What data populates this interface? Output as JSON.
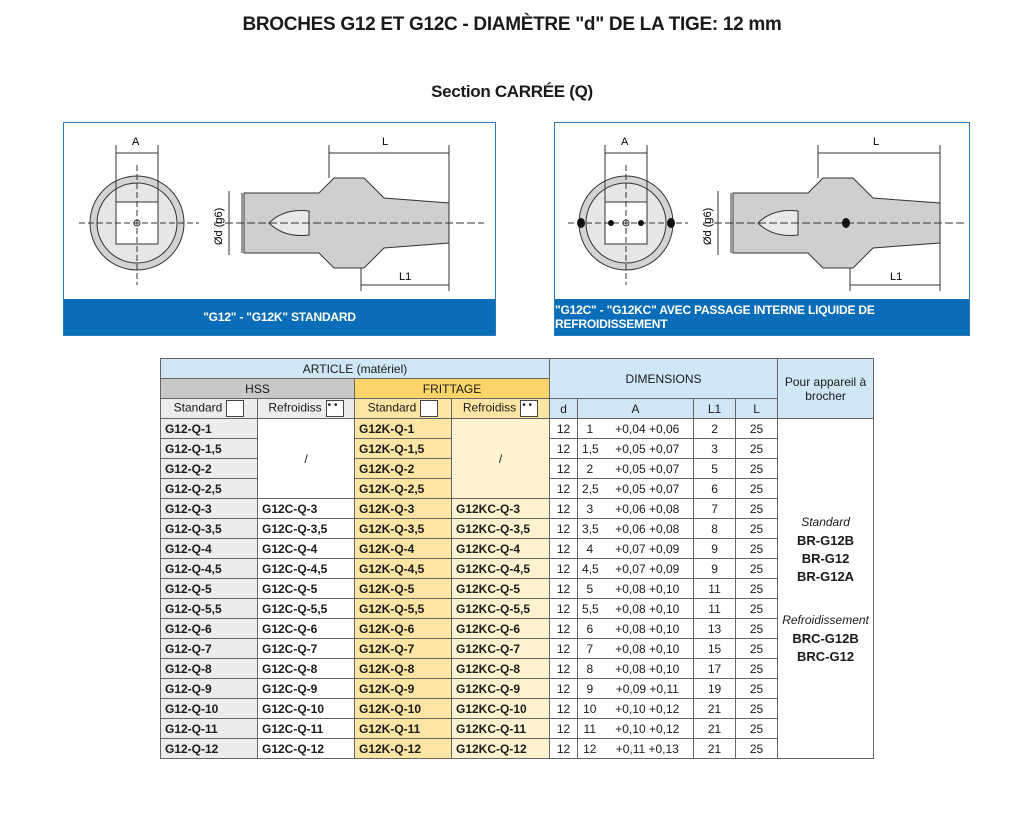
{
  "title": "BROCHES G12 ET G12C - DIAMÈTRE \"d\" DE LA TIGE: 12 mm",
  "subtitle": "Section CARRÉE (Q)",
  "panels": {
    "left_caption": "\"G12\" - \"G12K\" STANDARD",
    "right_caption": "\"G12C\" - \"G12KC\" AVEC PASSAGE INTERNE LIQUIDE DE REFROIDISSEMENT",
    "label_A": "A",
    "label_L": "L",
    "label_L1": "L1",
    "label_d": "Ød (g6)"
  },
  "colors": {
    "caption_bg": "#0a6db9",
    "header_blue": "#cfe7f6",
    "header_grey": "#c8c8c8",
    "header_yellow": "#fbd46a"
  },
  "table": {
    "article": "ARTICLE (matériel)",
    "hss": "HSS",
    "frittage": "FRITTAGE",
    "dimensions": "DIMENSIONS",
    "appareil": "Pour appareil à brocher",
    "standard": "Standard",
    "refroidiss": "Refroidiss",
    "col_d": "d",
    "col_a": "A",
    "col_l1": "L1",
    "col_l": "L",
    "slash": "/",
    "brocher_std_label": "Standard",
    "brocher_std": [
      "BR-G12B",
      "BR-G12",
      "BR-G12A"
    ],
    "brocher_ref_label": "Refroidissement",
    "brocher_ref": [
      "BRC-G12B",
      "BRC-G12"
    ],
    "rows": [
      {
        "hss": "G12-Q-1",
        "hssc": "",
        "fr": "G12K-Q-1",
        "frc": "",
        "d": "12",
        "a": "1",
        "tol": "+0,04 +0,06",
        "l1": "2",
        "l": "25"
      },
      {
        "hss": "G12-Q-1,5",
        "hssc": "",
        "fr": "G12K-Q-1,5",
        "frc": "",
        "d": "12",
        "a": "1,5",
        "tol": "+0,05 +0,07",
        "l1": "3",
        "l": "25"
      },
      {
        "hss": "G12-Q-2",
        "hssc": "",
        "fr": "G12K-Q-2",
        "frc": "",
        "d": "12",
        "a": "2",
        "tol": "+0,05 +0,07",
        "l1": "5",
        "l": "25"
      },
      {
        "hss": "G12-Q-2,5",
        "hssc": "",
        "fr": "G12K-Q-2,5",
        "frc": "",
        "d": "12",
        "a": "2,5",
        "tol": "+0,05 +0,07",
        "l1": "6",
        "l": "25"
      },
      {
        "hss": "G12-Q-3",
        "hssc": "G12C-Q-3",
        "fr": "G12K-Q-3",
        "frc": "G12KC-Q-3",
        "d": "12",
        "a": "3",
        "tol": "+0,06 +0,08",
        "l1": "7",
        "l": "25"
      },
      {
        "hss": "G12-Q-3,5",
        "hssc": "G12C-Q-3,5",
        "fr": "G12K-Q-3,5",
        "frc": "G12KC-Q-3,5",
        "d": "12",
        "a": "3,5",
        "tol": "+0,06 +0,08",
        "l1": "8",
        "l": "25"
      },
      {
        "hss": "G12-Q-4",
        "hssc": "G12C-Q-4",
        "fr": "G12K-Q-4",
        "frc": "G12KC-Q-4",
        "d": "12",
        "a": "4",
        "tol": "+0,07 +0,09",
        "l1": "9",
        "l": "25"
      },
      {
        "hss": "G12-Q-4,5",
        "hssc": "G12C-Q-4,5",
        "fr": "G12K-Q-4,5",
        "frc": "G12KC-Q-4,5",
        "d": "12",
        "a": "4,5",
        "tol": "+0,07 +0,09",
        "l1": "9",
        "l": "25"
      },
      {
        "hss": "G12-Q-5",
        "hssc": "G12C-Q-5",
        "fr": "G12K-Q-5",
        "frc": "G12KC-Q-5",
        "d": "12",
        "a": "5",
        "tol": "+0,08 +0,10",
        "l1": "11",
        "l": "25"
      },
      {
        "hss": "G12-Q-5,5",
        "hssc": "G12C-Q-5,5",
        "fr": "G12K-Q-5,5",
        "frc": "G12KC-Q-5,5",
        "d": "12",
        "a": "5,5",
        "tol": "+0,08 +0,10",
        "l1": "11",
        "l": "25"
      },
      {
        "hss": "G12-Q-6",
        "hssc": "G12C-Q-6",
        "fr": "G12K-Q-6",
        "frc": "G12KC-Q-6",
        "d": "12",
        "a": "6",
        "tol": "+0,08 +0,10",
        "l1": "13",
        "l": "25"
      },
      {
        "hss": "G12-Q-7",
        "hssc": "G12C-Q-7",
        "fr": "G12K-Q-7",
        "frc": "G12KC-Q-7",
        "d": "12",
        "a": "7",
        "tol": "+0,08 +0,10",
        "l1": "15",
        "l": "25"
      },
      {
        "hss": "G12-Q-8",
        "hssc": "G12C-Q-8",
        "fr": "G12K-Q-8",
        "frc": "G12KC-Q-8",
        "d": "12",
        "a": "8",
        "tol": "+0,08 +0,10",
        "l1": "17",
        "l": "25"
      },
      {
        "hss": "G12-Q-9",
        "hssc": "G12C-Q-9",
        "fr": "G12K-Q-9",
        "frc": "G12KC-Q-9",
        "d": "12",
        "a": "9",
        "tol": "+0,09 +0,11",
        "l1": "19",
        "l": "25"
      },
      {
        "hss": "G12-Q-10",
        "hssc": "G12C-Q-10",
        "fr": "G12K-Q-10",
        "frc": "G12KC-Q-10",
        "d": "12",
        "a": "10",
        "tol": "+0,10 +0,12",
        "l1": "21",
        "l": "25"
      },
      {
        "hss": "G12-Q-11",
        "hssc": "G12C-Q-11",
        "fr": "G12K-Q-11",
        "frc": "G12KC-Q-11",
        "d": "12",
        "a": "11",
        "tol": "+0,10 +0,12",
        "l1": "21",
        "l": "25"
      },
      {
        "hss": "G12-Q-12",
        "hssc": "G12C-Q-12",
        "fr": "G12K-Q-12",
        "frc": "G12KC-Q-12",
        "d": "12",
        "a": "12",
        "tol": "+0,11 +0,13",
        "l1": "21",
        "l": "25"
      }
    ]
  }
}
